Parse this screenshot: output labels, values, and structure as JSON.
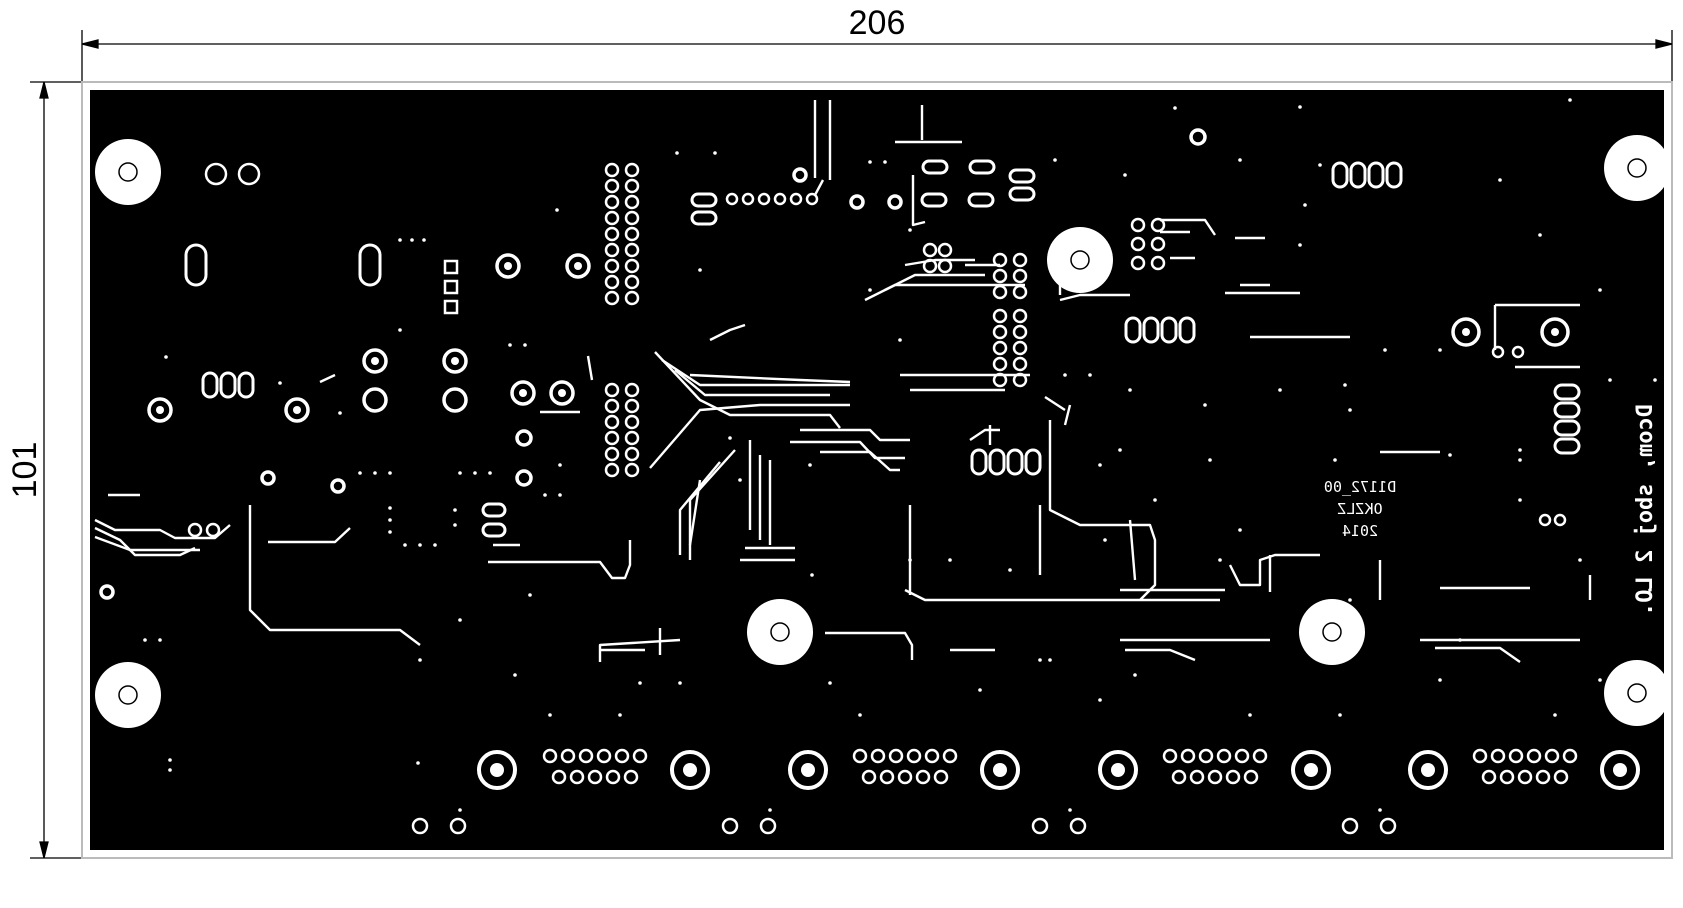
{
  "dimensions": {
    "width_label": "206",
    "height_label": "101"
  },
  "board": {
    "copper_color": "#000000",
    "feature_color": "#ffffff",
    "markings": {
      "product_name": "Dcom, sboj 2 LO.",
      "board_code": "D1172_00",
      "maker": "OKZLZ",
      "year": "2014"
    }
  }
}
